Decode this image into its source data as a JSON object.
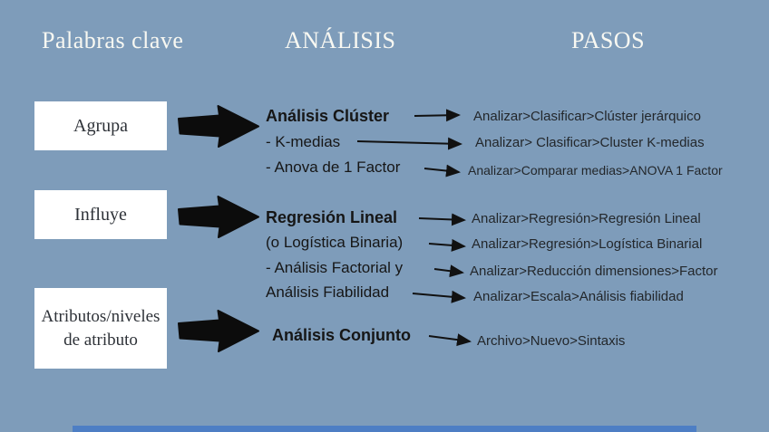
{
  "colors": {
    "background": "#7E9CBA",
    "box_background": "#FFFFFF",
    "arrow_color": "#0C0C0C",
    "header_text": "#F8F8F2",
    "body_text": "#161616",
    "bottom_bar": "#4D7EC4"
  },
  "header": {
    "col_keywords": "Palabras clave",
    "col_analysis": "ANÁLISIS",
    "col_steps": "PASOS"
  },
  "rows": [
    {
      "keyword": "Agrupa",
      "analyses": [
        "Análisis Clúster",
        "- K-medias",
        "- Anova de 1 Factor"
      ],
      "steps": [
        "Analizar>Clasificar>Clúster jerárquico",
        "Analizar> Clasificar>Cluster K-medias",
        "Analizar>Comparar medias>ANOVA 1 Factor"
      ]
    },
    {
      "keyword": "Influye",
      "analyses": [
        "Regresión Lineal",
        "(o Logística Binaria)",
        "- Análisis Factorial y",
        "Análisis Fiabilidad"
      ],
      "steps": [
        "Analizar>Regresión>Regresión Lineal",
        "Analizar>Regresión>Logística Binarial",
        "Analizar>Reducción dimensiones>Factor",
        "Analizar>Escala>Análisis fiabilidad"
      ]
    },
    {
      "keyword": "Atributos/niveles de atributo",
      "analyses": [
        "Análisis Conjunto"
      ],
      "steps": [
        "Archivo>Nuevo>Sintaxis"
      ]
    }
  ]
}
